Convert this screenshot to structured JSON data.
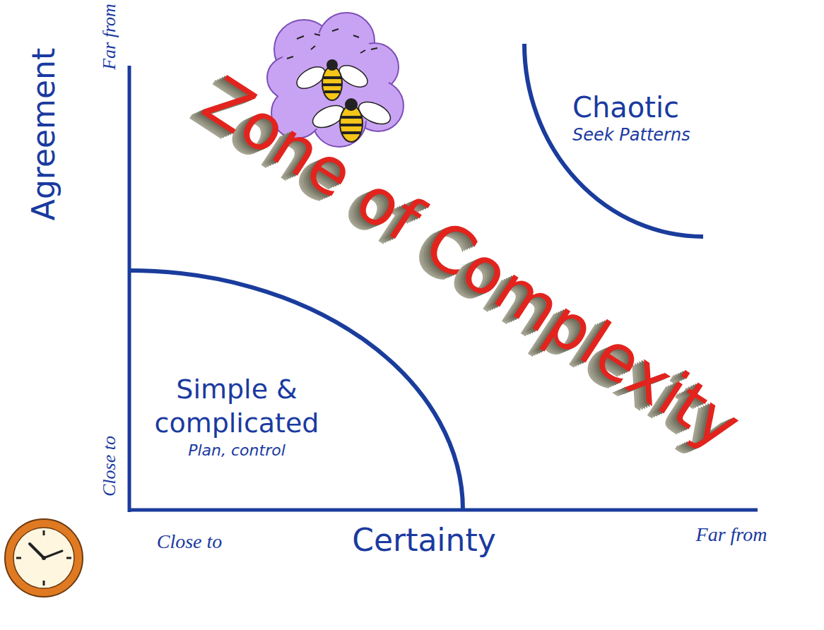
{
  "diagram": {
    "nodes": [
      {
        "text": [
          "Chaotic",
          "Seek Patterns"
        ]
      },
      {
        "text": [
          "Simple & complicated",
          "Plan, control"
        ]
      }
    ],
    "labels": [
      "Far from",
      "Agreement",
      "Zone of Complexity",
      "Close to",
      "Close to",
      "Certainty",
      "Far from"
    ]
  }
}
